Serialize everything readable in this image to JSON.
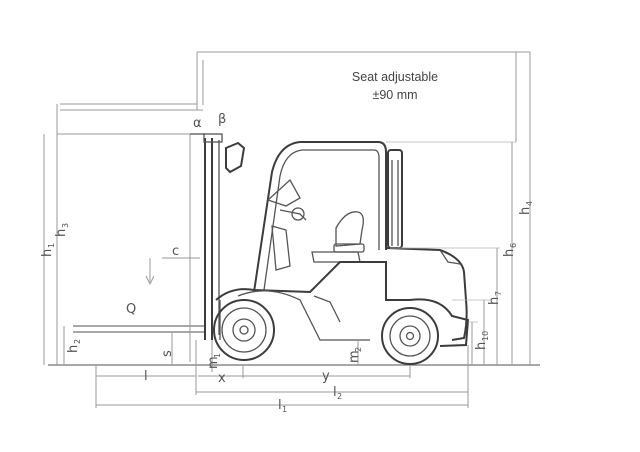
{
  "note": {
    "line1": "Seat adjustable",
    "line2": "±90 mm"
  },
  "labels": {
    "alpha": "α",
    "beta": "β",
    "c": "c",
    "Q": "Q",
    "s": "s",
    "l": "l",
    "x": "x",
    "y": "y",
    "m1": "m",
    "m1_sub": "1",
    "m2": "m",
    "m2_sub": "2",
    "h1": "h",
    "h1_sub": "1",
    "h2": "h",
    "h2_sub": "2",
    "h3": "h",
    "h3_sub": "3",
    "h4": "h",
    "h4_sub": "4",
    "h6": "h",
    "h6_sub": "6",
    "h7": "h",
    "h7_sub": "7",
    "h10": "h",
    "h10_sub": "10",
    "l1": "l",
    "l1_sub": "1",
    "l2": "l",
    "l2_sub": "2"
  }
}
